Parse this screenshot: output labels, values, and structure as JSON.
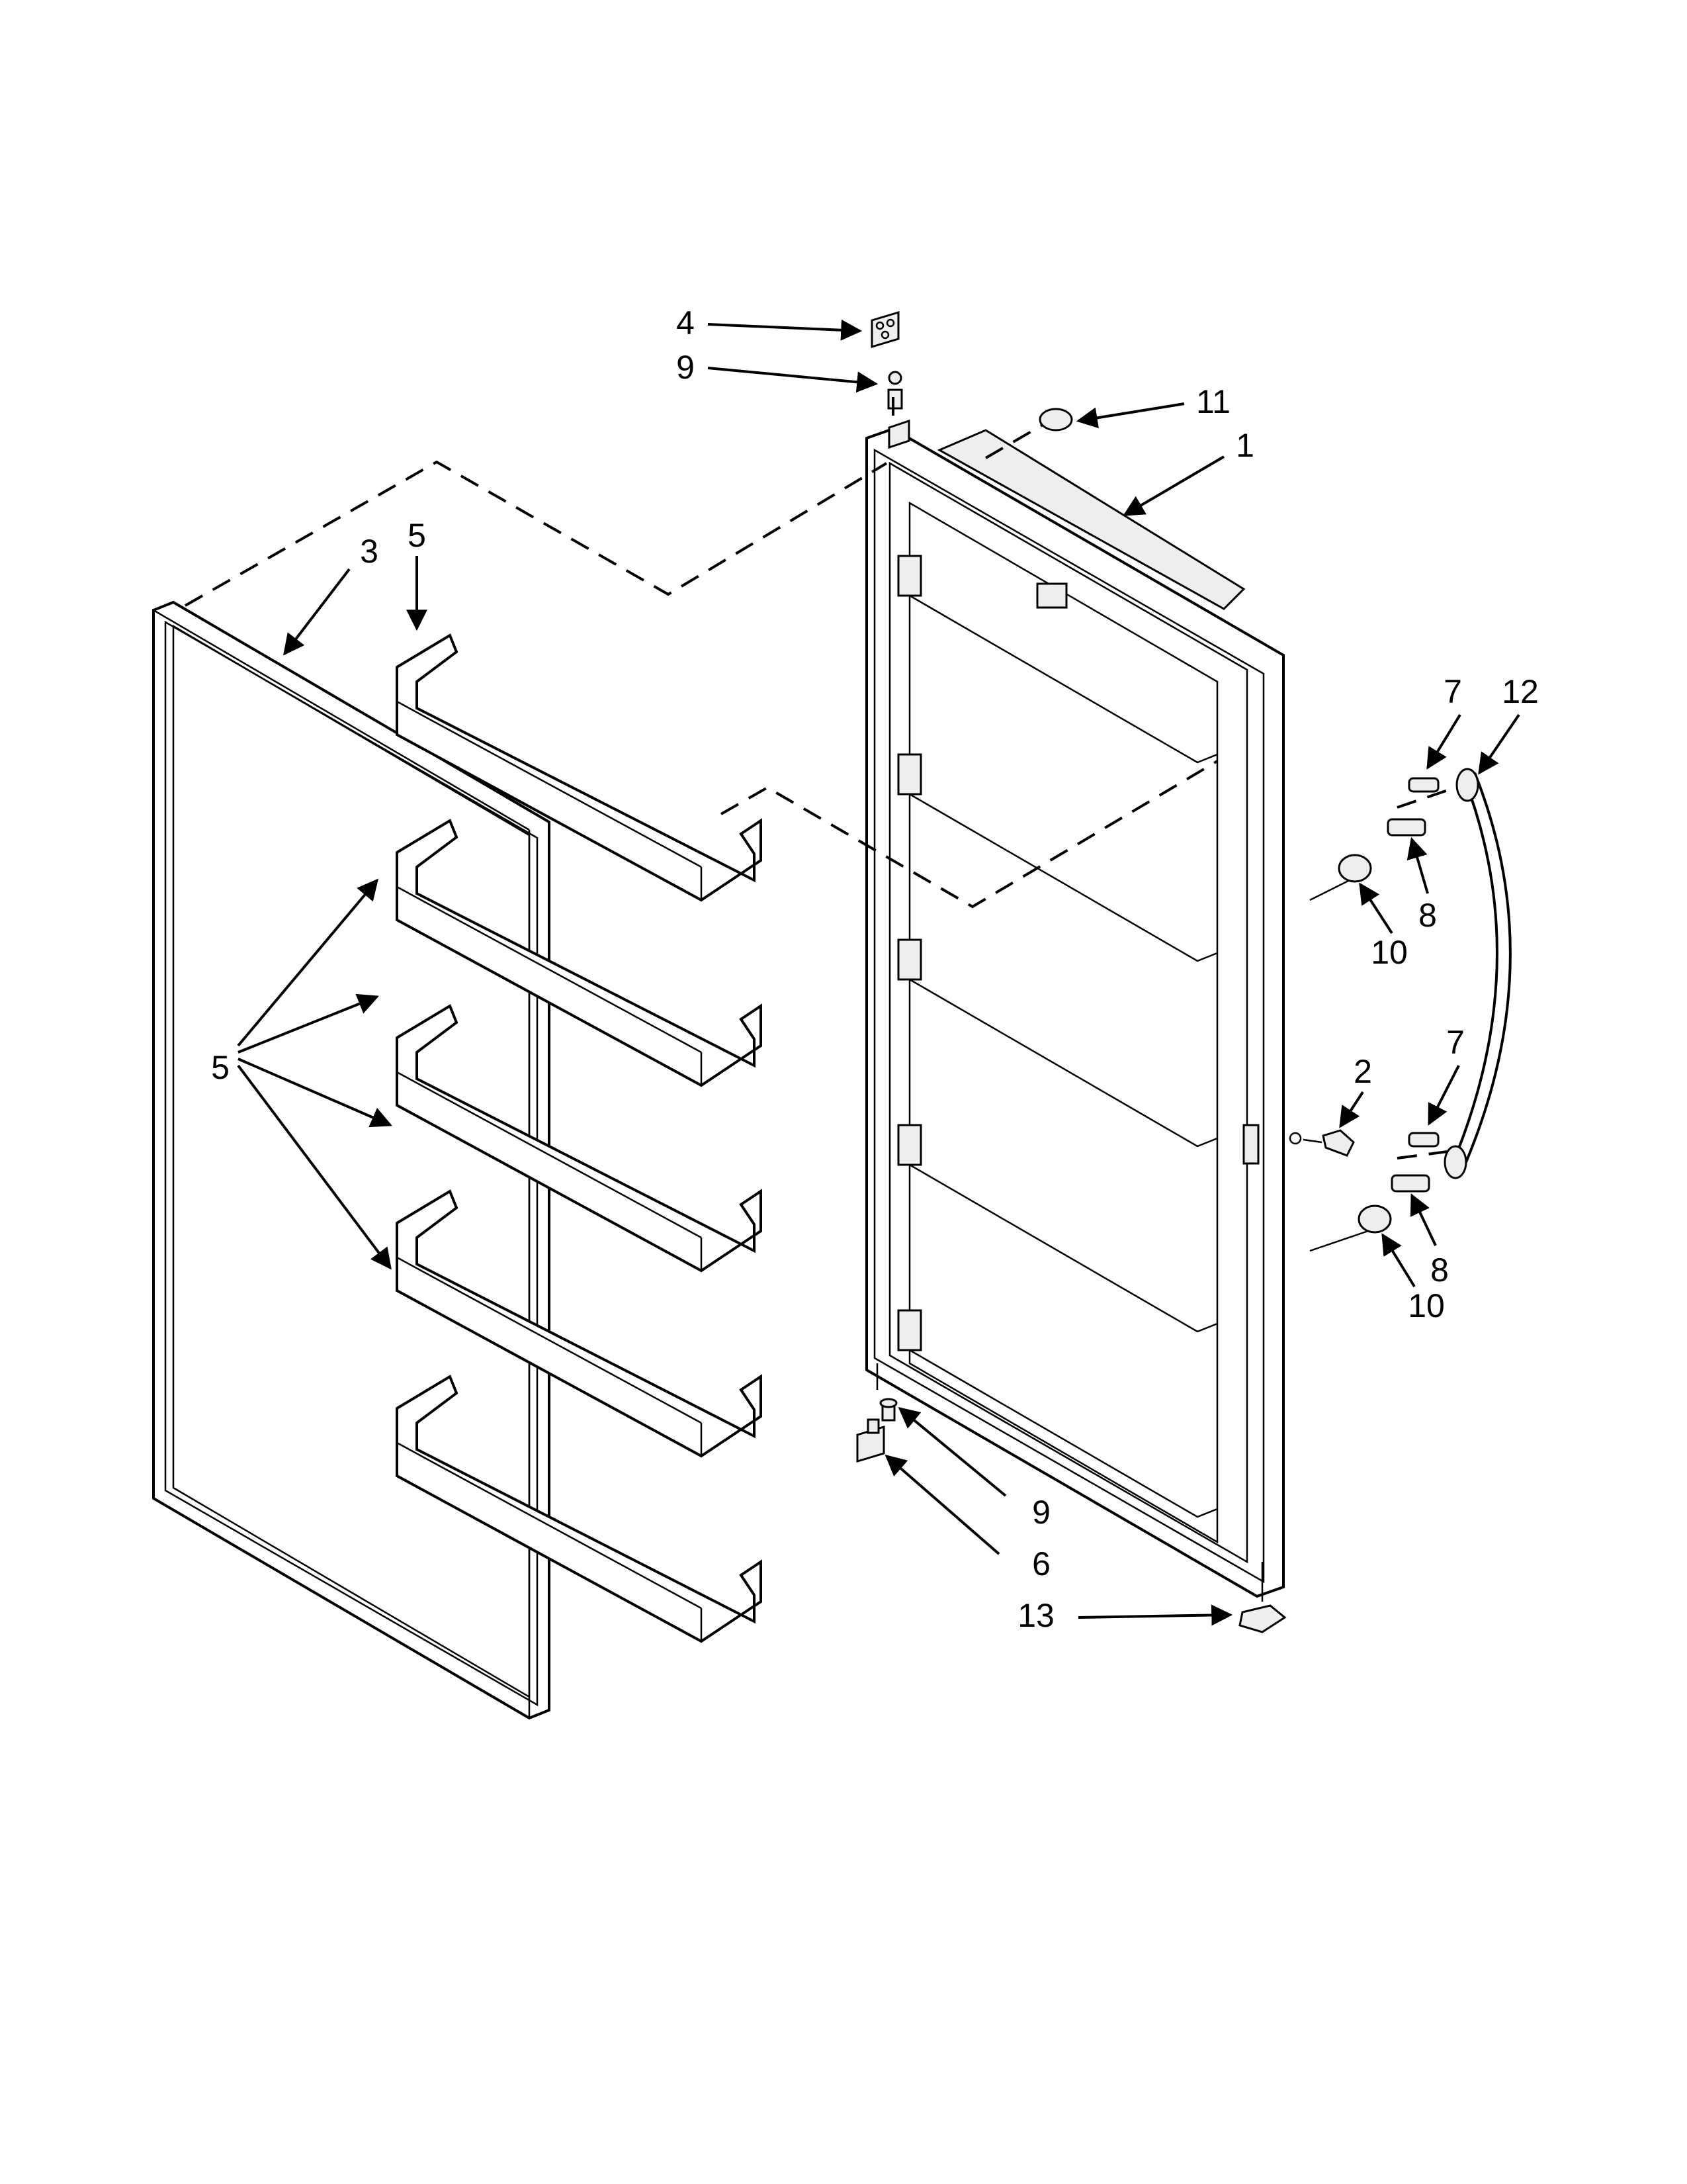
{
  "callouts": {
    "c1": "1",
    "c2": "2",
    "c3": "3",
    "c4": "4",
    "c5_top": "5",
    "c5_group": "5",
    "c6": "6",
    "c7_upper": "7",
    "c7_lower": "7",
    "c8_upper": "8",
    "c8_lower": "8",
    "c9_top": "9",
    "c9_bottom": "9",
    "c10_upper": "10",
    "c10_lower": "10",
    "c11": "11",
    "c12": "12",
    "c13": "13"
  }
}
